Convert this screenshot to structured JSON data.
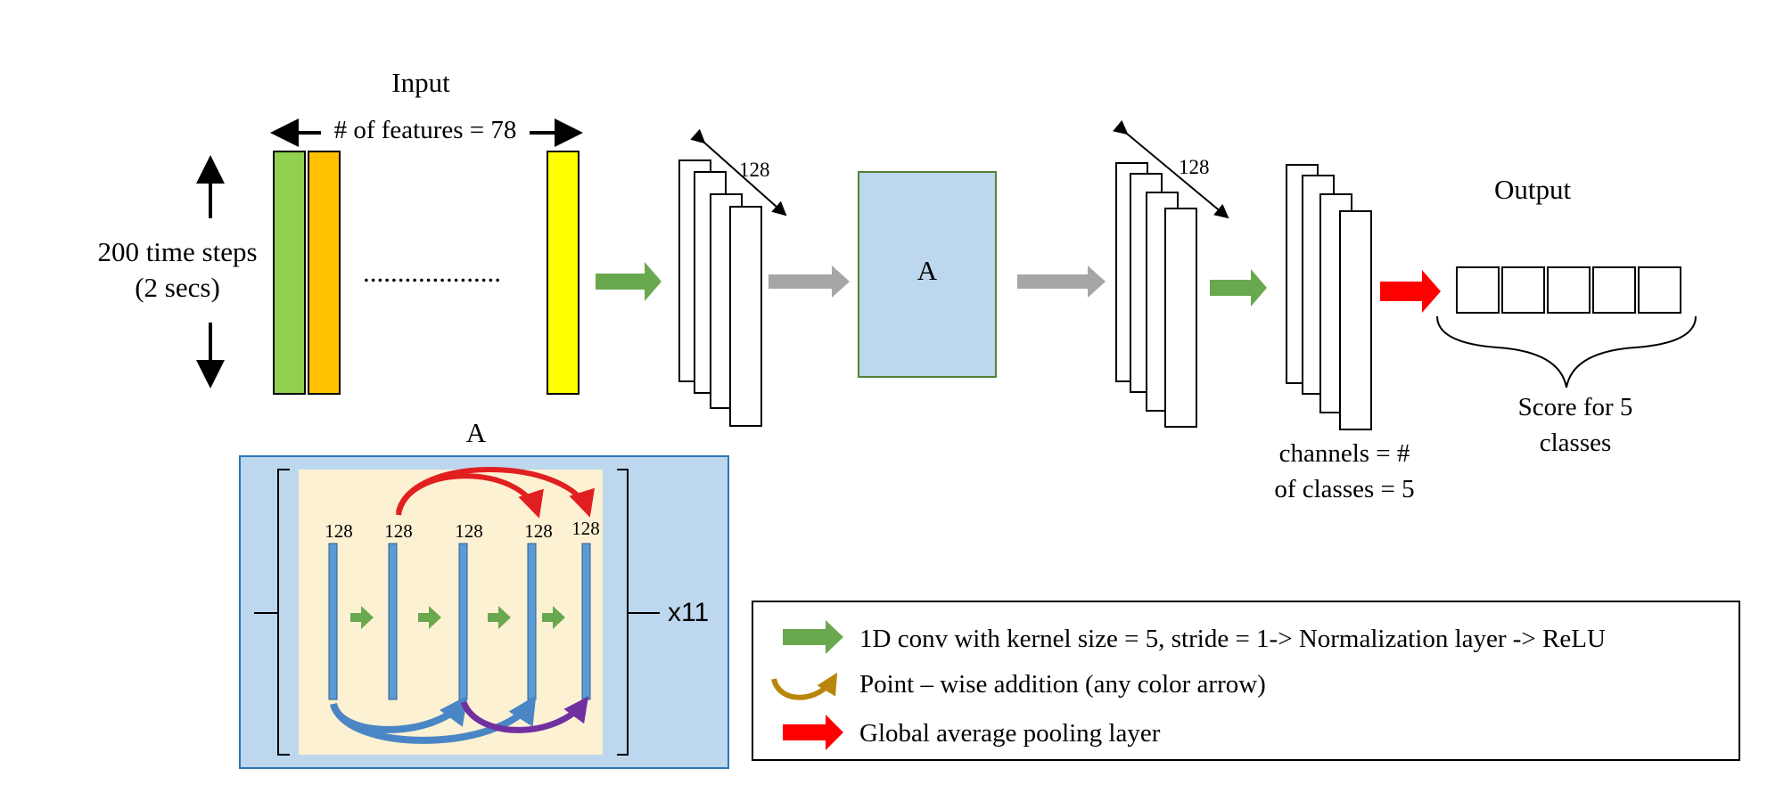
{
  "input": {
    "title": "Input",
    "features_label": "# of features = 78",
    "time_label_1": "200 time steps",
    "time_label_2": "(2 secs)",
    "dots": "...................."
  },
  "stack1": {
    "label": "128"
  },
  "block_a": {
    "label": "A"
  },
  "stack2": {
    "label": "128"
  },
  "class_stack": {
    "label_1": "channels = #",
    "label_2": "of classes = 5"
  },
  "output": {
    "title": "Output",
    "score_label_1": "Score for 5",
    "score_label_2": "classes"
  },
  "detail": {
    "title": "A",
    "repeat": "x11",
    "layer_labels": [
      "128",
      "128",
      "128",
      "128",
      "128"
    ]
  },
  "legend": {
    "conv": "1D conv with kernel size = 5, stride = 1-> Normalization layer -> ReLU",
    "add": "Point – wise addition (any color arrow)",
    "pool": "Global average pooling layer"
  },
  "colors": {
    "conv_arrow": "#6aa84f",
    "flow_arrow": "#a6a6a6",
    "pool_arrow": "#ff0000",
    "block_fill": "#bdd7ee",
    "block_border": "#548235",
    "detail_inner": "#fdf1d3",
    "layer_bar": "#5b9bd5",
    "skip_red": "#e02020",
    "skip_blue": "#4a86c5",
    "skip_purple": "#7030a0",
    "add_arrow": "#b8860b",
    "feature_green": "#92d050",
    "feature_orange": "#ffc000",
    "feature_yellow": "#ffff00"
  }
}
